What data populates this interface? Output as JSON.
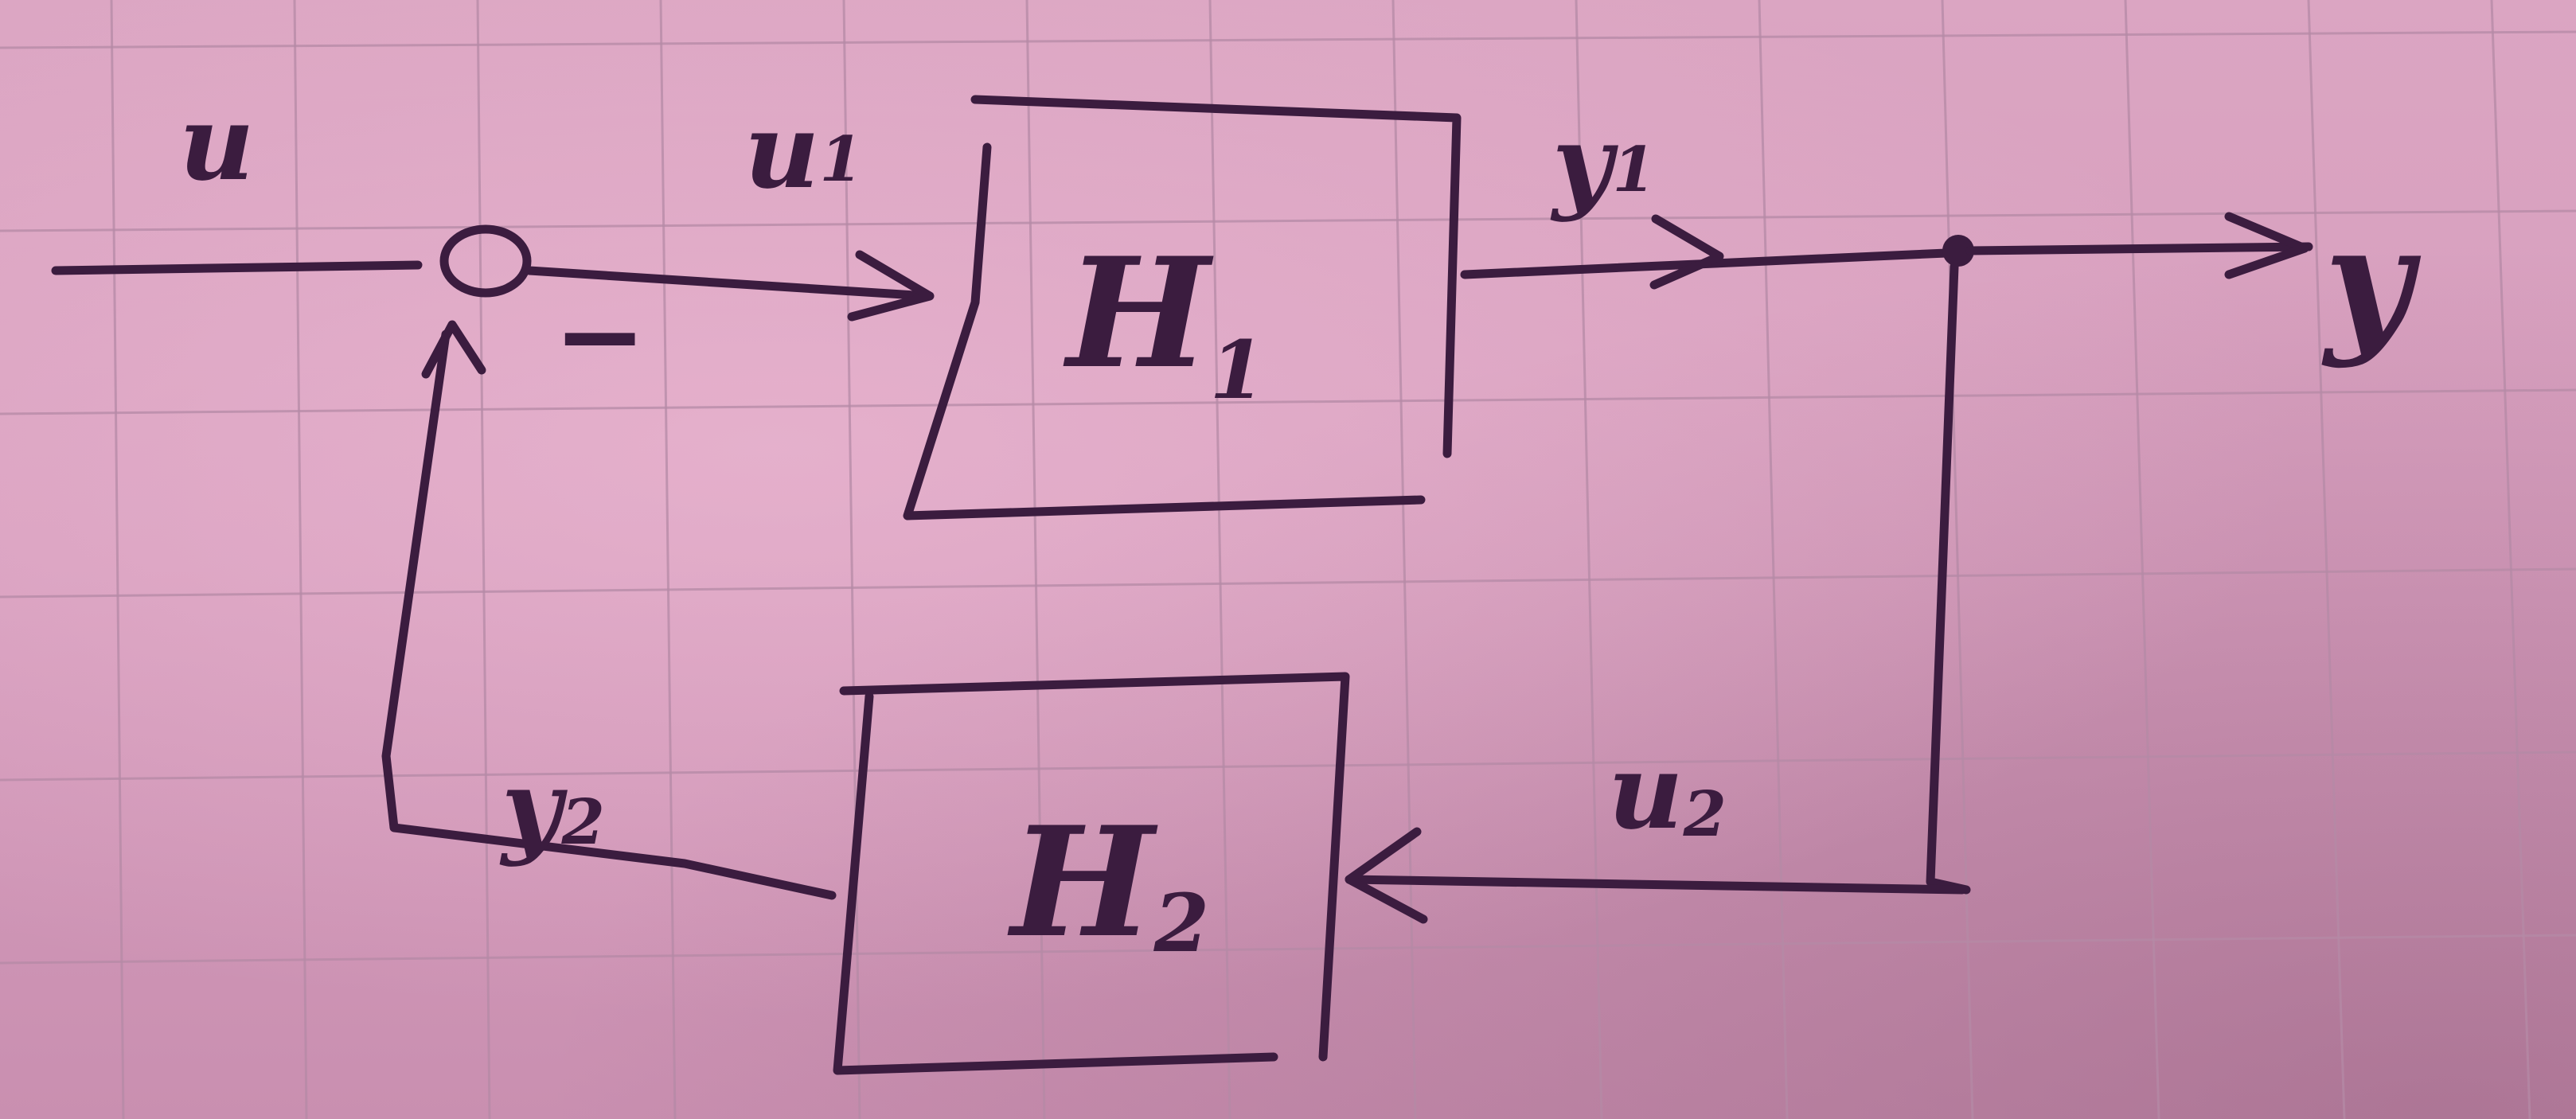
{
  "diagram": {
    "input_label": "u",
    "sum_input_label": {
      "base": "u",
      "sub": "1"
    },
    "block1": {
      "base": "H",
      "sub": "1"
    },
    "block1_output_label": {
      "base": "y",
      "sub": "1"
    },
    "output_label": "y",
    "feedback_input_label": {
      "base": "u",
      "sub": "2"
    },
    "block2": {
      "base": "H",
      "sub": "2"
    },
    "feedback_output_label": {
      "base": "y",
      "sub": "2"
    },
    "sum_sign": "−"
  }
}
